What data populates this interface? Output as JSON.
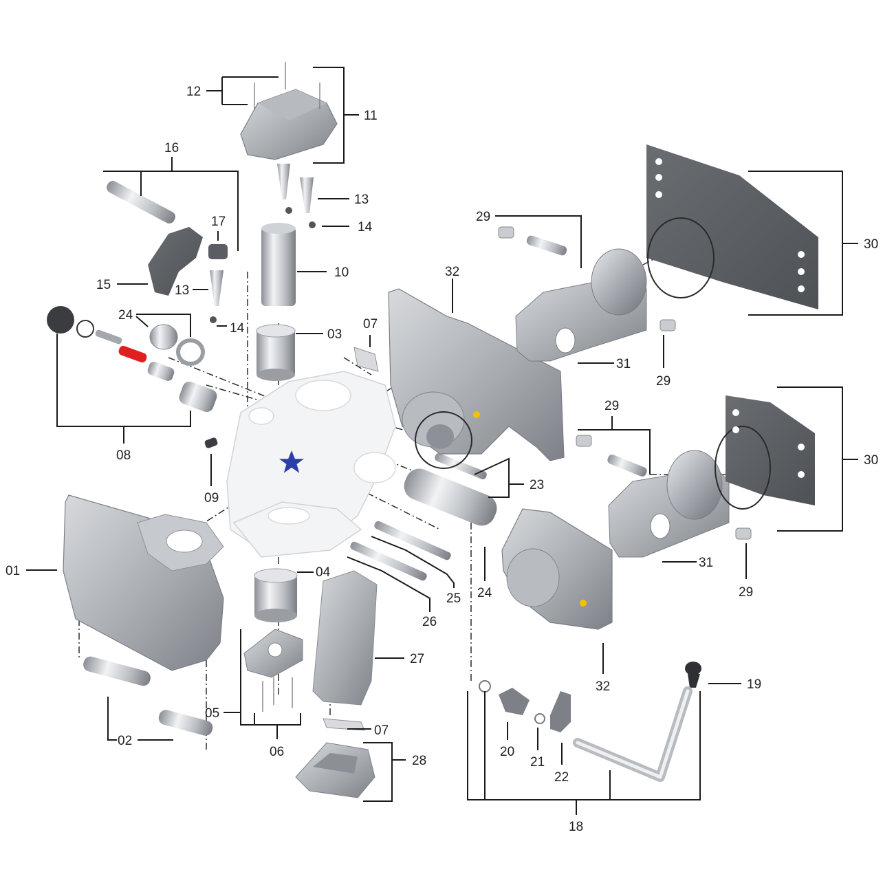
{
  "colors": {
    "label": "#222222",
    "leader": "#1a1a1a",
    "metal_dark": "#7d7d7d",
    "metal_light": "#c9ccd1",
    "accent_red": "#e02020",
    "star": "#2b3ea8",
    "pin_yellow": "#f2c200"
  },
  "icons": {
    "center_marker": "star-icon"
  },
  "labels": {
    "l01": "01",
    "l02": "02",
    "l03": "03",
    "l04": "04",
    "l05": "05",
    "l06": "06",
    "l07a": "07",
    "l07b": "07",
    "l08": "08",
    "l09": "09",
    "l10": "10",
    "l11": "11",
    "l12": "12",
    "l13a": "13",
    "l13b": "13",
    "l14a": "14",
    "l14b": "14",
    "l15": "15",
    "l16": "16",
    "l17": "17",
    "l18": "18",
    "l19": "19",
    "l20": "20",
    "l21": "21",
    "l22": "22",
    "l23": "23",
    "l24a": "24",
    "l24b": "24",
    "l25": "25",
    "l26": "26",
    "l27": "27",
    "l28": "28",
    "l29a": "29",
    "l29b": "29",
    "l29c": "29",
    "l29d": "29",
    "l30a": "30",
    "l30b": "30",
    "l31a": "31",
    "l31b": "31",
    "l32a": "32",
    "l32b": "32"
  }
}
